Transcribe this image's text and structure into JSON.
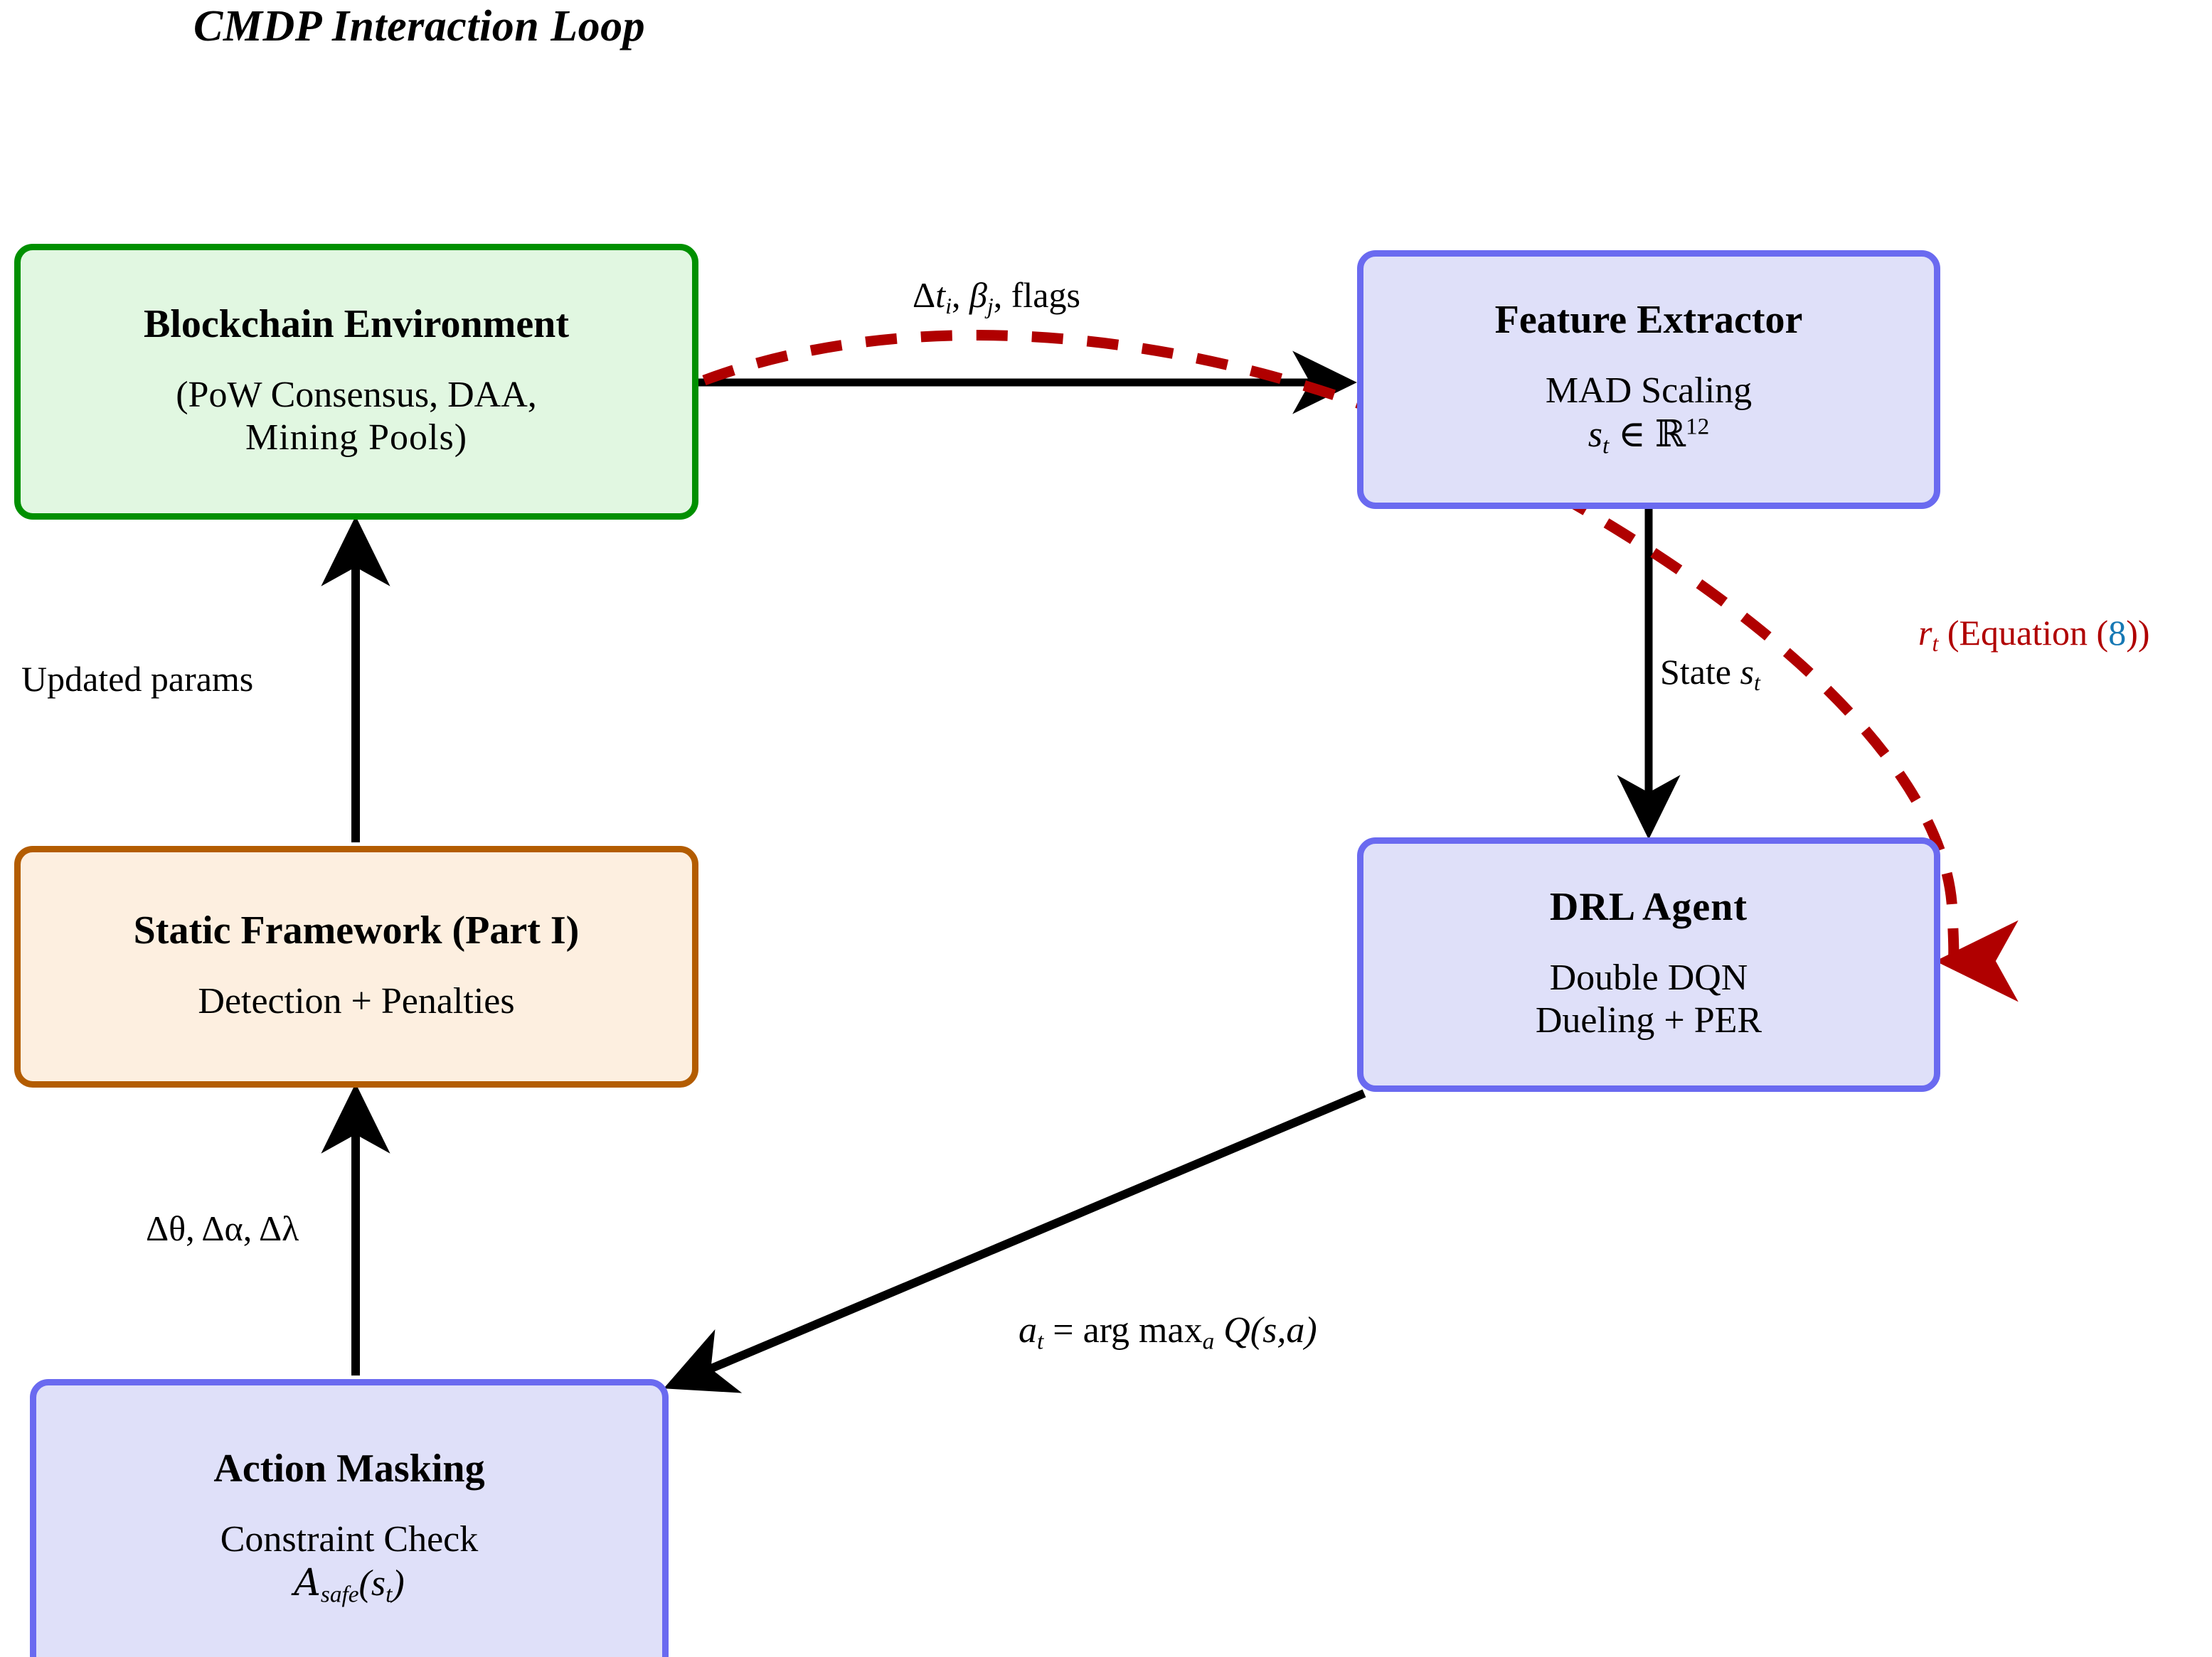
{
  "title": "CMDP Interaction Loop",
  "colors": {
    "green_border": "#009000",
    "green_fill": "#e1f7e1",
    "blue_border": "#6a6af0",
    "blue_fill": "#dfe0f9",
    "orange_border": "#b35c00",
    "orange_fill": "#fdefe0",
    "reward_red": "#b00000",
    "equation_link_blue": "#1678b4",
    "arrow_black": "#000000"
  },
  "nodes": {
    "blockchain": {
      "title": "Blockchain Environment",
      "line1": "(PoW Consensus, DAA,",
      "line2": "Mining Pools)"
    },
    "feature_extractor": {
      "title": "Feature Extractor",
      "line1": "MAD Scaling",
      "line2_state": "s",
      "line2_state_sub": "t",
      "line2_in": "∈",
      "line2_space": "ℝ",
      "line2_dim": "12"
    },
    "static_framework": {
      "title": "Static Framework (Part I)",
      "line1": "Detection + Penalties"
    },
    "drl_agent": {
      "title": "DRL Agent",
      "line1": "Double DQN",
      "line2": "Dueling + PER"
    },
    "action_masking": {
      "title": "Action Masking",
      "line1": "Constraint Check",
      "line2_cal": "A",
      "line2_sub": "safe",
      "line2_arg_open": "(",
      "line2_arg": "s",
      "line2_arg_sub": "t",
      "line2_arg_close": ")"
    }
  },
  "edge_labels": {
    "observation": {
      "delta": "Δ",
      "t": "t",
      "t_sub": "i",
      "comma1": ",",
      "beta": "β",
      "beta_sub": "j",
      "comma2": ",",
      "flags": "flags"
    },
    "state": {
      "text": "State",
      "sym": "s",
      "sym_sub": "t"
    },
    "updated_params": "Updated params",
    "deltas": {
      "d1": "Δθ",
      "c1": ",",
      "d2": "Δα",
      "c2": ",",
      "d3": "Δλ"
    },
    "action": {
      "a": "a",
      "a_sub": "t",
      "eq": "=",
      "argmax": "arg max",
      "argmax_sub": "a",
      "q": "Q",
      "open": "(",
      "s": "s",
      "comma": ",",
      "a2": "a",
      "close": ")"
    },
    "reward": {
      "r": "r",
      "r_sub": "t",
      "text_open": " (Equation (",
      "eqnum": "8",
      "text_close": "))"
    }
  }
}
